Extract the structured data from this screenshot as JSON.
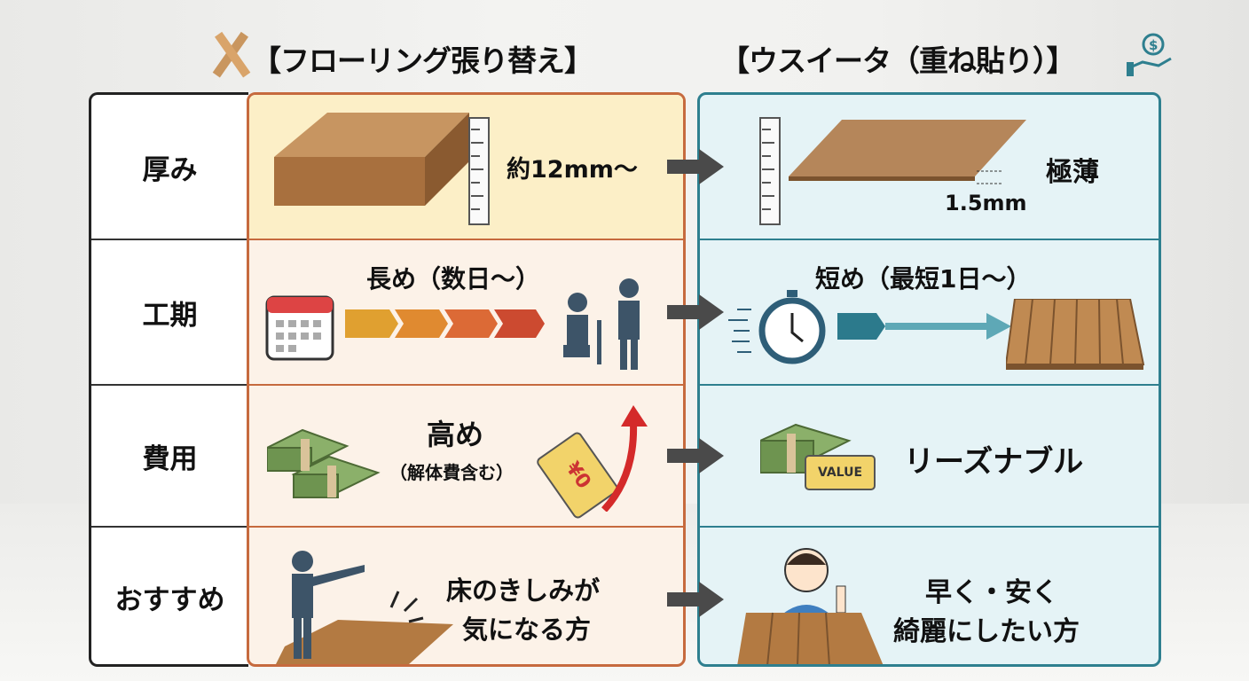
{
  "titles": {
    "left": "【フローリング張り替え】",
    "right": "【ウスイータ（重ね貼り）】"
  },
  "rows": [
    {
      "label": "厚み",
      "left": "約12mm〜",
      "right": "極薄",
      "right_sub": "1.5mm"
    },
    {
      "label": "工期",
      "left": "長め（数日〜）",
      "right": "短め（最短1日〜）"
    },
    {
      "label": "費用",
      "left": "高め",
      "left_sub": "（解体費含む）",
      "left_tag": "¥0",
      "right": "リーズナブル",
      "right_tag": "VALUE"
    },
    {
      "label": "おすすめ",
      "left": "床のきしみが",
      "left_line2": "気になる方",
      "right": "早く・安く",
      "right_line2": "綺麗にしたい方"
    }
  ],
  "colors": {
    "left_border": "#c66a3e",
    "right_border": "#2e7f8f",
    "left_bg": "#fcf2e8",
    "right_bg": "#e5f3f6"
  }
}
